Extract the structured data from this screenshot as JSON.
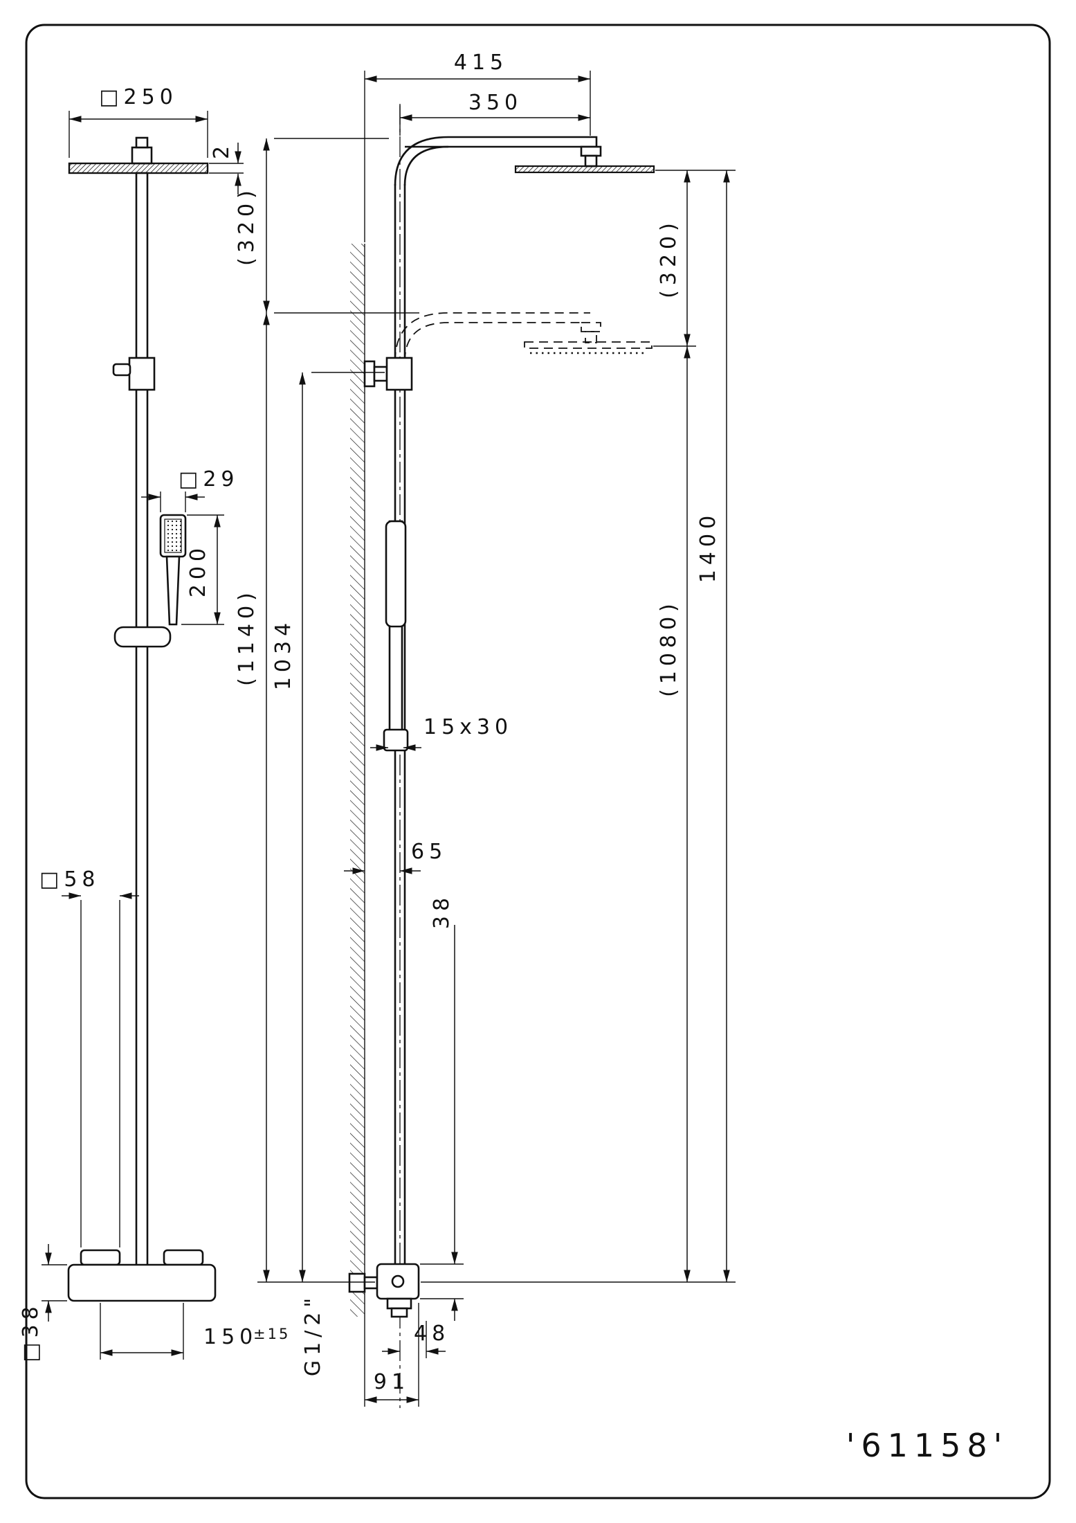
{
  "frame": {
    "model": "'61158'"
  },
  "front_view": {
    "head_width": "□250",
    "head_thickness": "2",
    "hand_shower_size": "□29",
    "hand_shower_length": "200",
    "handle_size": "□58",
    "valve_size": "□38",
    "supply_spacing": "150",
    "supply_tolerance": "±15"
  },
  "side_view": {
    "reach_overall": "415",
    "reach_arm": "350",
    "height_drop": "(320)",
    "column_height": "(1140)",
    "diverter_height": "1034",
    "overall_height": "1400",
    "lowered_height": "(1080)",
    "rail_profile": "15x30",
    "wall_offset": "65",
    "valve_height": "38",
    "outlet_offset": "48",
    "wall_to_outlet": "91",
    "inlet_thread": "G1/2\""
  }
}
